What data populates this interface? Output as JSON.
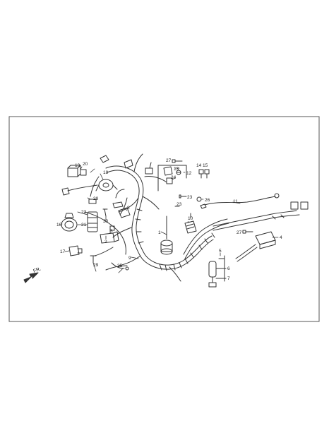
{
  "diagram": {
    "direction_label": "FR.",
    "callouts": [
      "1",
      "2",
      "3",
      "4",
      "5",
      "6",
      "7",
      "8",
      "9",
      "10",
      "11",
      "12",
      "13",
      "14",
      "15",
      "16",
      "17",
      "18",
      "19",
      "20",
      "21",
      "22",
      "23",
      "23",
      "24",
      "25",
      "26",
      "27",
      "27",
      "28",
      "29",
      "30"
    ]
  },
  "colors": {
    "frame": "#555555",
    "line": "#333333",
    "text": "#222222",
    "fill": "#ffffff"
  }
}
